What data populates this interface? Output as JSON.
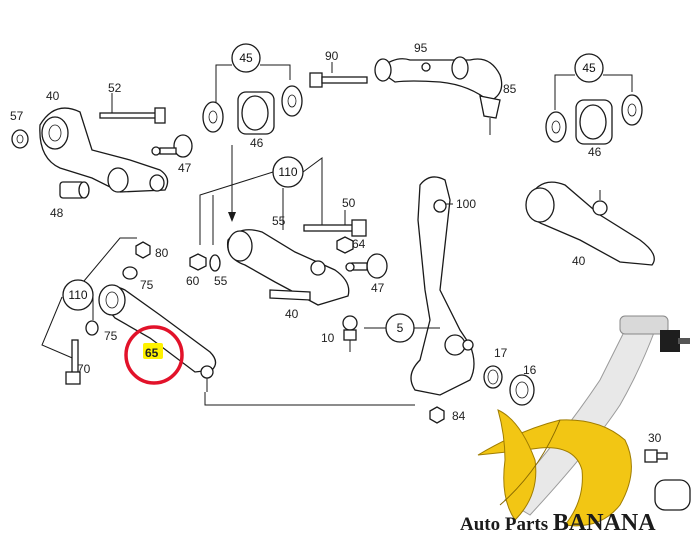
{
  "diagram": {
    "labels": {
      "l57": "57",
      "l40a": "40",
      "l52": "52",
      "l47a": "47",
      "l48": "48",
      "c45a": "45",
      "l46a": "46",
      "l90": "90",
      "l95": "95",
      "l85": "85",
      "c45b": "45",
      "l46b": "46",
      "c110a": "110",
      "l55a": "55",
      "l50": "50",
      "l64": "64",
      "l100": "100",
      "l40c": "40",
      "l80": "80",
      "l75a": "75",
      "c110b": "110",
      "l75b": "75",
      "l70": "70",
      "l65": "65",
      "l60": "60",
      "l55b": "55",
      "l40b": "40",
      "l47b": "47",
      "l10": "10",
      "c5": "5",
      "l17": "17",
      "l16": "16",
      "l84": "84",
      "l30": "30"
    },
    "highlight": {
      "label": "65",
      "ring_color": "#e2122a",
      "marker_color": "#fff200"
    }
  },
  "watermark": {
    "text_main": "Auto Parts ",
    "text_brand": "BANANA",
    "banana_color": "#f2c614"
  }
}
